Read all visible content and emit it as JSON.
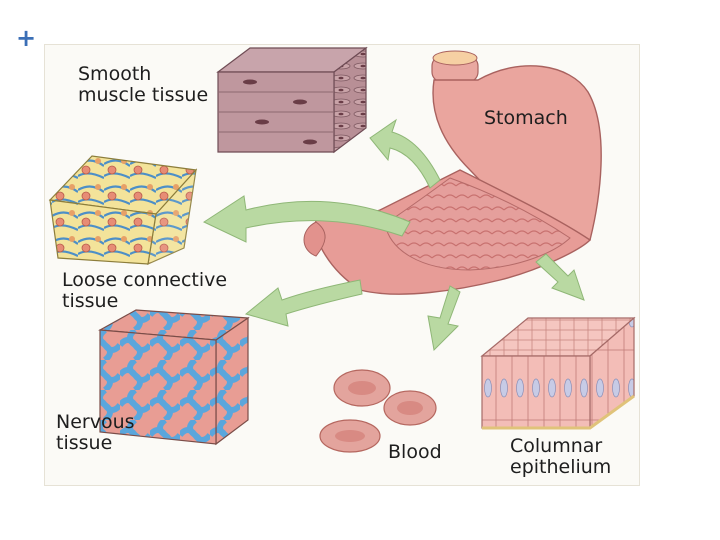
{
  "slide": {
    "plus_glyph": "+"
  },
  "labels": {
    "smooth_muscle": "Smooth\nmuscle tissue",
    "stomach": "Stomach",
    "loose_connective": "Loose connective\ntissue",
    "nervous": "Nervous\ntissue",
    "blood": "Blood",
    "columnar": "Columnar\nepithelium"
  },
  "colors": {
    "stomach": "#eaa59e",
    "stomach_inner": "#e39a96",
    "arrow": "#b9d9a2",
    "muscle": "#b68c92",
    "connective_bg": "#f4e79a",
    "nerve": "#6fb2e3",
    "blood": "#e3a49d",
    "epithelium": "#f1b5ae"
  },
  "icons": [
    "plus-icon",
    "arrow-icon"
  ]
}
